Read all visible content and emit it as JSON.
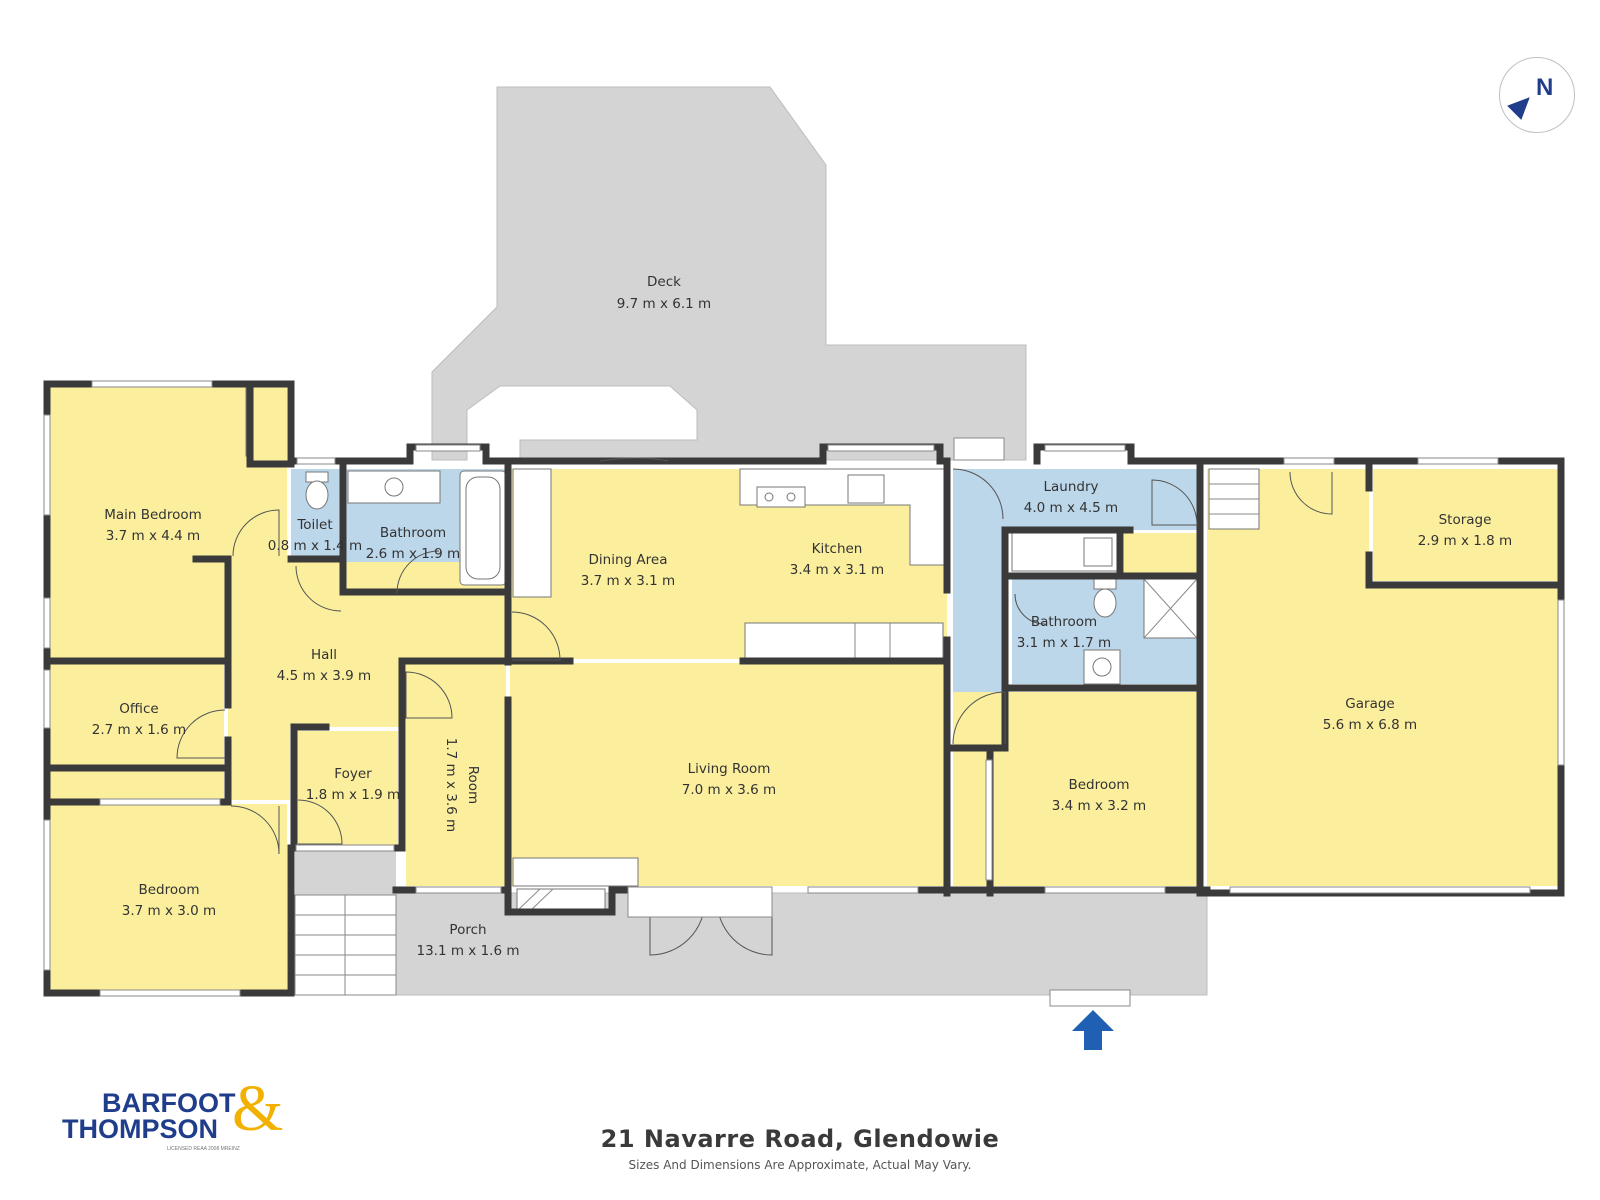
{
  "plan": {
    "address": "21 Navarre Road, Glendowie",
    "disclaimer": "Sizes And Dimensions Are Approximate, Actual May Vary.",
    "compass_label": "N",
    "brand_line1": "BARFOOT",
    "brand_line2": "THOMPSON",
    "brand_amp": "&",
    "brand_fineprint": "LICENSED REAA 2008 MREINZ",
    "colors": {
      "living": "#fbef9e",
      "wet": "#bcd6ea",
      "outdoor": "#d4d4d4",
      "wall": "#3a3a3a",
      "brand_blue": "#1f3d8a",
      "brand_gold": "#f2b100",
      "entry_arrow": "#1f5fb4"
    },
    "rooms": {
      "deck": {
        "name": "Deck",
        "dims": "9.7 m x 6.1 m"
      },
      "main_bedroom": {
        "name": "Main Bedroom",
        "dims": "3.7 m x 4.4 m"
      },
      "toilet": {
        "name": "Toilet",
        "dims": "0.8 m x 1.4 m"
      },
      "bathroom1": {
        "name": "Bathroom",
        "dims": "2.6 m x 1.9 m"
      },
      "dining": {
        "name": "Dining Area",
        "dims": "3.7 m x 3.1 m"
      },
      "kitchen": {
        "name": "Kitchen",
        "dims": "3.4 m x 3.1 m"
      },
      "laundry": {
        "name": "Laundry",
        "dims": "4.0 m x 4.5 m"
      },
      "storage": {
        "name": "Storage",
        "dims": "2.9 m x 1.8 m"
      },
      "hall": {
        "name": "Hall",
        "dims": "4.5 m x 3.9 m"
      },
      "bathroom2": {
        "name": "Bathroom",
        "dims": "3.1 m x 1.7 m"
      },
      "office": {
        "name": "Office",
        "dims": "2.7 m x 1.6 m"
      },
      "garage": {
        "name": "Garage",
        "dims": "5.6 m x 6.8 m"
      },
      "room": {
        "name": "Room",
        "dims": "1.7 m x 3.6 m"
      },
      "living": {
        "name": "Living Room",
        "dims": "7.0 m x 3.6 m"
      },
      "foyer": {
        "name": "Foyer",
        "dims": "1.8 m x 1.9 m"
      },
      "bedroom2": {
        "name": "Bedroom",
        "dims": "3.4 m x 3.2 m"
      },
      "bedroom3": {
        "name": "Bedroom",
        "dims": "3.7 m x 3.0 m"
      },
      "porch": {
        "name": "Porch",
        "dims": "13.1 m x 1.6 m"
      }
    }
  }
}
